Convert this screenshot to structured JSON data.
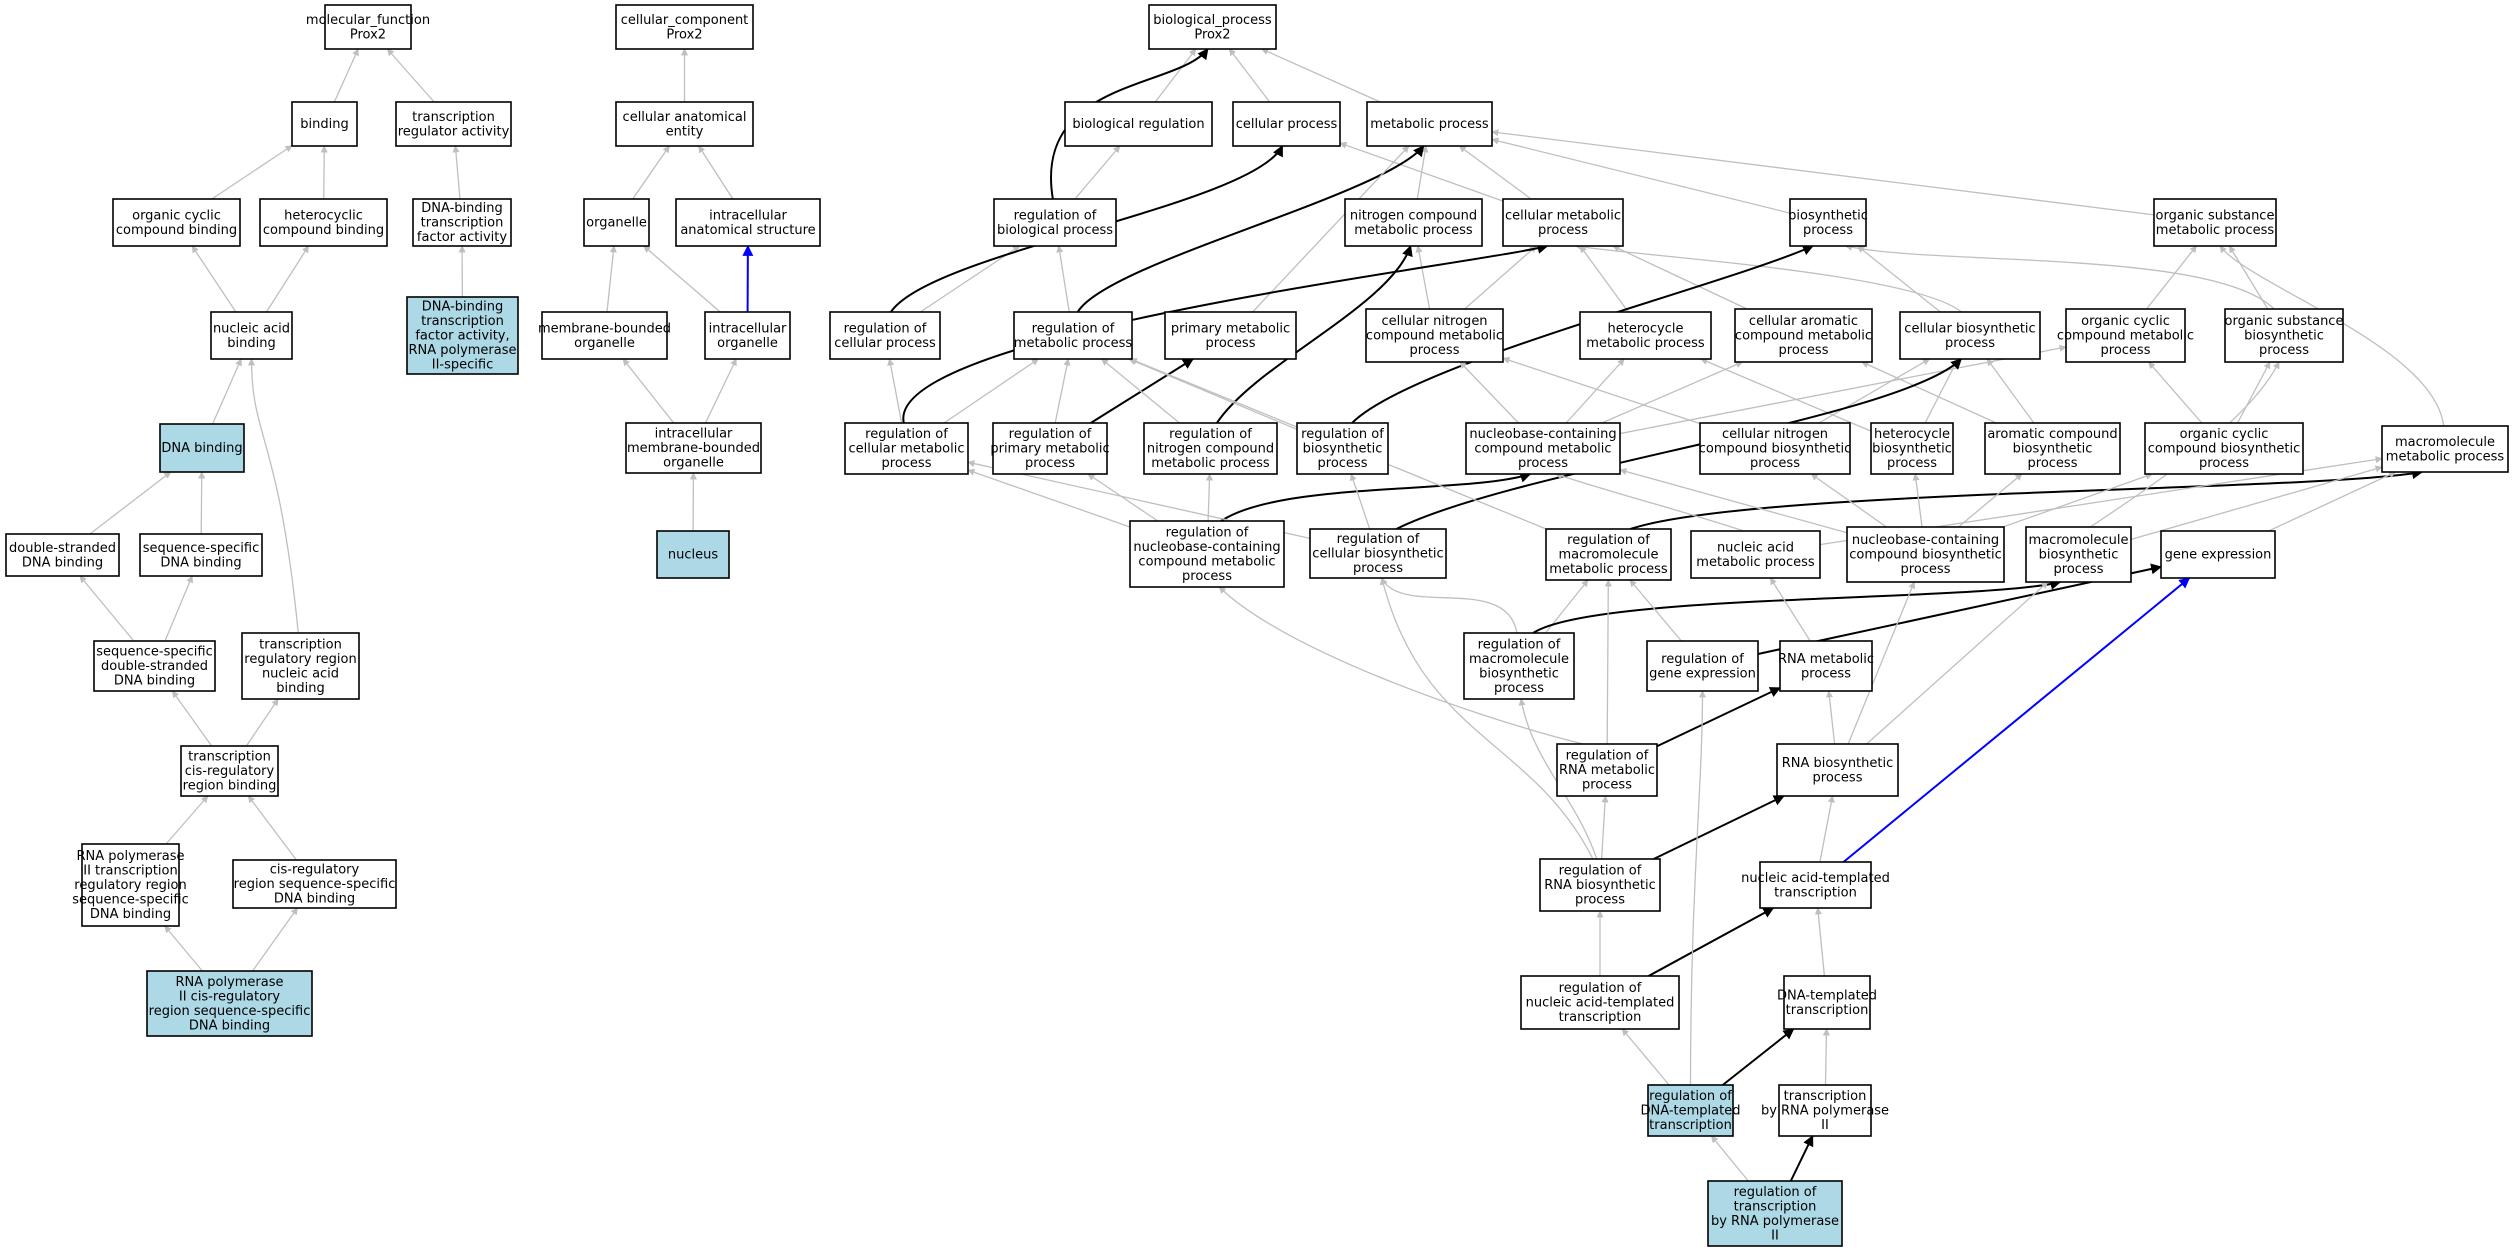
{
  "colors": {
    "node_fill": "#ffffff",
    "highlight_fill": "#add8e6",
    "grey_edge": "#bfbfbf",
    "black_edge": "#000000",
    "blue_edge": "#0000ff"
  },
  "nodes": [
    {
      "id": "mf",
      "lines": [
        "molecular_function",
        "Prox2"
      ],
      "highlight": false
    },
    {
      "id": "binding",
      "lines": [
        "binding"
      ],
      "highlight": false
    },
    {
      "id": "tra",
      "lines": [
        "transcription",
        "regulator activity"
      ],
      "highlight": false
    },
    {
      "id": "ocb",
      "lines": [
        "organic cyclic",
        "compound binding"
      ],
      "highlight": false
    },
    {
      "id": "hcb",
      "lines": [
        "heterocyclic",
        "compound binding"
      ],
      "highlight": false
    },
    {
      "id": "dbtfa",
      "lines": [
        "DNA-binding",
        "transcription",
        "factor activity"
      ],
      "highlight": false
    },
    {
      "id": "nab",
      "lines": [
        "nucleic acid",
        "binding"
      ],
      "highlight": false
    },
    {
      "id": "dbtfa2",
      "lines": [
        "DNA-binding",
        "transcription",
        "factor activity,",
        "RNA polymerase",
        "II-specific"
      ],
      "highlight": true
    },
    {
      "id": "dnab",
      "lines": [
        "DNA binding"
      ],
      "highlight": true
    },
    {
      "id": "dsdna",
      "lines": [
        "double-stranded",
        "DNA binding"
      ],
      "highlight": false
    },
    {
      "id": "ssdna",
      "lines": [
        "sequence-specific",
        "DNA binding"
      ],
      "highlight": false
    },
    {
      "id": "ssds",
      "lines": [
        "sequence-specific",
        "double-stranded",
        "DNA binding"
      ],
      "highlight": false
    },
    {
      "id": "trrnab",
      "lines": [
        "transcription",
        "regulatory region",
        "nucleic acid",
        "binding"
      ],
      "highlight": false
    },
    {
      "id": "tcrrb",
      "lines": [
        "transcription",
        "cis-regulatory",
        "region binding"
      ],
      "highlight": false
    },
    {
      "id": "rp2trr",
      "lines": [
        "RNA polymerase",
        "II transcription",
        "regulatory region",
        "sequence-specific",
        "DNA binding"
      ],
      "highlight": false
    },
    {
      "id": "crrss",
      "lines": [
        "cis-regulatory",
        "region sequence-specific",
        "DNA binding"
      ],
      "highlight": false
    },
    {
      "id": "rp2crr",
      "lines": [
        "RNA polymerase",
        "II cis-regulatory",
        "region sequence-specific",
        "DNA binding"
      ],
      "highlight": true
    },
    {
      "id": "cc",
      "lines": [
        "cellular_component",
        "Prox2"
      ],
      "highlight": false
    },
    {
      "id": "cae",
      "lines": [
        "cellular anatomical",
        "entity"
      ],
      "highlight": false
    },
    {
      "id": "organelle",
      "lines": [
        "organelle"
      ],
      "highlight": false
    },
    {
      "id": "ias",
      "lines": [
        "intracellular",
        "anatomical structure"
      ],
      "highlight": false
    },
    {
      "id": "mbo",
      "lines": [
        "membrane-bounded",
        "organelle"
      ],
      "highlight": false
    },
    {
      "id": "io",
      "lines": [
        "intracellular",
        "organelle"
      ],
      "highlight": false
    },
    {
      "id": "imbo",
      "lines": [
        "intracellular",
        "membrane-bounded",
        "organelle"
      ],
      "highlight": false
    },
    {
      "id": "nucleus",
      "lines": [
        "nucleus"
      ],
      "highlight": true
    },
    {
      "id": "bp",
      "lines": [
        "biological_process",
        "Prox2"
      ],
      "highlight": false
    },
    {
      "id": "breg",
      "lines": [
        "biological regulation"
      ],
      "highlight": false
    },
    {
      "id": "cp",
      "lines": [
        "cellular process"
      ],
      "highlight": false
    },
    {
      "id": "mp",
      "lines": [
        "metabolic process"
      ],
      "highlight": false
    },
    {
      "id": "rbp",
      "lines": [
        "regulation of",
        "biological process"
      ],
      "highlight": false
    },
    {
      "id": "ncmp",
      "lines": [
        "nitrogen compound",
        "metabolic process"
      ],
      "highlight": false
    },
    {
      "id": "cmp",
      "lines": [
        "cellular metabolic",
        "process"
      ],
      "highlight": false
    },
    {
      "id": "biosp",
      "lines": [
        "biosynthetic",
        "process"
      ],
      "highlight": false
    },
    {
      "id": "osmp",
      "lines": [
        "organic substance",
        "metabolic process"
      ],
      "highlight": false
    },
    {
      "id": "rcp",
      "lines": [
        "regulation of",
        "cellular process"
      ],
      "highlight": false
    },
    {
      "id": "rmp",
      "lines": [
        "regulation of",
        "metabolic process"
      ],
      "highlight": false
    },
    {
      "id": "pmp",
      "lines": [
        "primary metabolic",
        "process"
      ],
      "highlight": false
    },
    {
      "id": "cncmp",
      "lines": [
        "cellular nitrogen",
        "compound metabolic",
        "process"
      ],
      "highlight": false
    },
    {
      "id": "hmp",
      "lines": [
        "heterocycle",
        "metabolic process"
      ],
      "highlight": false
    },
    {
      "id": "acmp",
      "lines": [
        "cellular aromatic",
        "compound metabolic",
        "process"
      ],
      "highlight": false
    },
    {
      "id": "cbp",
      "lines": [
        "cellular biosynthetic",
        "process"
      ],
      "highlight": false
    },
    {
      "id": "ocbp",
      "lines": [
        "organic cyclic",
        "compound metabolic",
        "process"
      ],
      "highlight": false
    },
    {
      "id": "osbp",
      "lines": [
        "organic substance",
        "biosynthetic",
        "process"
      ],
      "highlight": false
    },
    {
      "id": "rcmp",
      "lines": [
        "regulation of",
        "cellular metabolic",
        "process"
      ],
      "highlight": false
    },
    {
      "id": "rpmp",
      "lines": [
        "regulation of",
        "primary metabolic",
        "process"
      ],
      "highlight": false
    },
    {
      "id": "rncmp",
      "lines": [
        "regulation of",
        "nitrogen compound",
        "metabolic process"
      ],
      "highlight": false
    },
    {
      "id": "rbiosp",
      "lines": [
        "regulation of",
        "biosynthetic",
        "process"
      ],
      "highlight": false
    },
    {
      "id": "nbcmp",
      "lines": [
        "nucleobase-containing",
        "compound metabolic",
        "process"
      ],
      "highlight": false
    },
    {
      "id": "cncbp",
      "lines": [
        "cellular nitrogen",
        "compound biosynthetic",
        "process"
      ],
      "highlight": false
    },
    {
      "id": "hbp",
      "lines": [
        "heterocycle",
        "biosynthetic",
        "process"
      ],
      "highlight": false
    },
    {
      "id": "acbp",
      "lines": [
        "aromatic compound",
        "biosynthetic",
        "process"
      ],
      "highlight": false
    },
    {
      "id": "occbp",
      "lines": [
        "organic cyclic",
        "compound biosynthetic",
        "process"
      ],
      "highlight": false
    },
    {
      "id": "mmp",
      "lines": [
        "macromolecule",
        "metabolic process"
      ],
      "highlight": false
    },
    {
      "id": "rnbcmp",
      "lines": [
        "regulation of",
        "nucleobase-containing",
        "compound metabolic",
        "process"
      ],
      "highlight": false
    },
    {
      "id": "rcbp",
      "lines": [
        "regulation of",
        "cellular biosynthetic",
        "process"
      ],
      "highlight": false
    },
    {
      "id": "rmmp",
      "lines": [
        "regulation of",
        "macromolecule",
        "metabolic process"
      ],
      "highlight": false
    },
    {
      "id": "namp",
      "lines": [
        "nucleic acid",
        "metabolic process"
      ],
      "highlight": false
    },
    {
      "id": "nbcbp",
      "lines": [
        "nucleobase-containing",
        "compound biosynthetic",
        "process"
      ],
      "highlight": false
    },
    {
      "id": "mbp",
      "lines": [
        "macromolecule",
        "biosynthetic",
        "process"
      ],
      "highlight": false
    },
    {
      "id": "ge",
      "lines": [
        "gene expression"
      ],
      "highlight": false
    },
    {
      "id": "rmbp",
      "lines": [
        "regulation of",
        "macromolecule",
        "biosynthetic",
        "process"
      ],
      "highlight": false
    },
    {
      "id": "rge",
      "lines": [
        "regulation of",
        "gene expression"
      ],
      "highlight": false
    },
    {
      "id": "rnamp",
      "lines": [
        "RNA metabolic",
        "process"
      ],
      "highlight": false
    },
    {
      "id": "rrnamp",
      "lines": [
        "regulation of",
        "RNA metabolic",
        "process"
      ],
      "highlight": false
    },
    {
      "id": "rnabp",
      "lines": [
        "RNA biosynthetic",
        "process"
      ],
      "highlight": false
    },
    {
      "id": "rrnabp",
      "lines": [
        "regulation of",
        "RNA biosynthetic",
        "process"
      ],
      "highlight": false
    },
    {
      "id": "nat",
      "lines": [
        "nucleic acid-templated",
        "transcription"
      ],
      "highlight": false
    },
    {
      "id": "rnat",
      "lines": [
        "regulation of",
        "nucleic acid-templated",
        "transcription"
      ],
      "highlight": false
    },
    {
      "id": "dt",
      "lines": [
        "DNA-templated",
        "transcription"
      ],
      "highlight": false
    },
    {
      "id": "rdt",
      "lines": [
        "regulation of",
        "DNA-templated",
        "transcription"
      ],
      "highlight": true
    },
    {
      "id": "trp2",
      "lines": [
        "transcription",
        "by RNA polymerase",
        "II"
      ],
      "highlight": false
    },
    {
      "id": "rtrp2",
      "lines": [
        "regulation of",
        "transcription",
        "by RNA polymerase",
        "II"
      ],
      "highlight": true
    }
  ],
  "edges": [
    {
      "from": "binding",
      "to": "mf",
      "kind": "grey"
    },
    {
      "from": "tra",
      "to": "mf",
      "kind": "grey"
    },
    {
      "from": "ocb",
      "to": "binding",
      "kind": "grey"
    },
    {
      "from": "hcb",
      "to": "binding",
      "kind": "grey"
    },
    {
      "from": "dbtfa",
      "to": "tra",
      "kind": "grey"
    },
    {
      "from": "dbtfa2",
      "to": "dbtfa",
      "kind": "grey"
    },
    {
      "from": "nab",
      "to": "ocb",
      "kind": "grey"
    },
    {
      "from": "nab",
      "to": "hcb",
      "kind": "grey"
    },
    {
      "from": "dnab",
      "to": "nab",
      "kind": "grey"
    },
    {
      "from": "trrnab",
      "to": "nab",
      "kind": "grey"
    },
    {
      "from": "dsdna",
      "to": "dnab",
      "kind": "grey"
    },
    {
      "from": "ssdna",
      "to": "dnab",
      "kind": "grey"
    },
    {
      "from": "ssds",
      "to": "dsdna",
      "kind": "grey"
    },
    {
      "from": "ssds",
      "to": "ssdna",
      "kind": "grey"
    },
    {
      "from": "tcrrb",
      "to": "ssds",
      "kind": "grey"
    },
    {
      "from": "tcrrb",
      "to": "trrnab",
      "kind": "grey"
    },
    {
      "from": "rp2trr",
      "to": "tcrrb",
      "kind": "grey"
    },
    {
      "from": "crrss",
      "to": "tcrrb",
      "kind": "grey"
    },
    {
      "from": "rp2crr",
      "to": "rp2trr",
      "kind": "grey"
    },
    {
      "from": "rp2crr",
      "to": "crrss",
      "kind": "grey"
    },
    {
      "from": "cae",
      "to": "cc",
      "kind": "grey"
    },
    {
      "from": "organelle",
      "to": "cae",
      "kind": "grey"
    },
    {
      "from": "ias",
      "to": "cae",
      "kind": "grey"
    },
    {
      "from": "mbo",
      "to": "organelle",
      "kind": "grey"
    },
    {
      "from": "io",
      "to": "organelle",
      "kind": "grey"
    },
    {
      "from": "io",
      "to": "ias",
      "kind": "blue"
    },
    {
      "from": "imbo",
      "to": "mbo",
      "kind": "grey"
    },
    {
      "from": "imbo",
      "to": "io",
      "kind": "grey"
    },
    {
      "from": "nucleus",
      "to": "imbo",
      "kind": "grey"
    },
    {
      "from": "breg",
      "to": "bp",
      "kind": "grey"
    },
    {
      "from": "cp",
      "to": "bp",
      "kind": "grey"
    },
    {
      "from": "mp",
      "to": "bp",
      "kind": "grey"
    },
    {
      "from": "rbp",
      "to": "breg",
      "kind": "grey"
    },
    {
      "from": "rbp",
      "to": "bp",
      "kind": "black"
    },
    {
      "from": "ncmp",
      "to": "mp",
      "kind": "grey"
    },
    {
      "from": "cmp",
      "to": "mp",
      "kind": "grey"
    },
    {
      "from": "cmp",
      "to": "cp",
      "kind": "grey"
    },
    {
      "from": "biosp",
      "to": "mp",
      "kind": "grey"
    },
    {
      "from": "osmp",
      "to": "mp",
      "kind": "grey"
    },
    {
      "from": "rcp",
      "to": "rbp",
      "kind": "grey"
    },
    {
      "from": "rcp",
      "to": "cp",
      "kind": "black"
    },
    {
      "from": "rmp",
      "to": "rbp",
      "kind": "grey"
    },
    {
      "from": "rmp",
      "to": "mp",
      "kind": "black"
    },
    {
      "from": "pmp",
      "to": "mp",
      "kind": "grey"
    },
    {
      "from": "cncmp",
      "to": "ncmp",
      "kind": "grey"
    },
    {
      "from": "cncmp",
      "to": "cmp",
      "kind": "grey"
    },
    {
      "from": "hmp",
      "to": "cmp",
      "kind": "grey"
    },
    {
      "from": "acmp",
      "to": "cmp",
      "kind": "grey"
    },
    {
      "from": "cbp",
      "to": "cmp",
      "kind": "grey"
    },
    {
      "from": "cbp",
      "to": "biosp",
      "kind": "grey"
    },
    {
      "from": "ocbp",
      "to": "osmp",
      "kind": "grey"
    },
    {
      "from": "osbp",
      "to": "osmp",
      "kind": "grey"
    },
    {
      "from": "osbp",
      "to": "biosp",
      "kind": "grey"
    },
    {
      "from": "rcmp",
      "to": "rcp",
      "kind": "grey"
    },
    {
      "from": "rcmp",
      "to": "rmp",
      "kind": "grey"
    },
    {
      "from": "rcmp",
      "to": "cmp",
      "kind": "black"
    },
    {
      "from": "rpmp",
      "to": "rmp",
      "kind": "grey"
    },
    {
      "from": "rpmp",
      "to": "pmp",
      "kind": "black"
    },
    {
      "from": "rncmp",
      "to": "rmp",
      "kind": "grey"
    },
    {
      "from": "rncmp",
      "to": "ncmp",
      "kind": "black"
    },
    {
      "from": "rbiosp",
      "to": "rmp",
      "kind": "grey"
    },
    {
      "from": "rbiosp",
      "to": "biosp",
      "kind": "black"
    },
    {
      "from": "nbcmp",
      "to": "cncmp",
      "kind": "grey"
    },
    {
      "from": "nbcmp",
      "to": "hmp",
      "kind": "grey"
    },
    {
      "from": "nbcmp",
      "to": "acmp",
      "kind": "grey"
    },
    {
      "from": "nbcmp",
      "to": "ocbp",
      "kind": "grey"
    },
    {
      "from": "cncbp",
      "to": "cncmp",
      "kind": "grey"
    },
    {
      "from": "cncbp",
      "to": "cbp",
      "kind": "grey"
    },
    {
      "from": "hbp",
      "to": "hmp",
      "kind": "grey"
    },
    {
      "from": "hbp",
      "to": "cbp",
      "kind": "grey"
    },
    {
      "from": "acbp",
      "to": "acmp",
      "kind": "grey"
    },
    {
      "from": "acbp",
      "to": "cbp",
      "kind": "grey"
    },
    {
      "from": "occbp",
      "to": "ocbp",
      "kind": "grey"
    },
    {
      "from": "occbp",
      "to": "osbp",
      "kind": "grey"
    },
    {
      "from": "mmp",
      "to": "osmp",
      "kind": "grey"
    },
    {
      "from": "rnbcmp",
      "to": "rcmp",
      "kind": "grey"
    },
    {
      "from": "rnbcmp",
      "to": "rpmp",
      "kind": "grey"
    },
    {
      "from": "rnbcmp",
      "to": "rncmp",
      "kind": "grey"
    },
    {
      "from": "rnbcmp",
      "to": "nbcmp",
      "kind": "black"
    },
    {
      "from": "rcbp",
      "to": "rcmp",
      "kind": "grey"
    },
    {
      "from": "rcbp",
      "to": "rbiosp",
      "kind": "grey"
    },
    {
      "from": "rcbp",
      "to": "cbp",
      "kind": "black"
    },
    {
      "from": "rmmp",
      "to": "rmp",
      "kind": "grey"
    },
    {
      "from": "rmmp",
      "to": "mmp",
      "kind": "black"
    },
    {
      "from": "namp",
      "to": "nbcmp",
      "kind": "grey"
    },
    {
      "from": "namp",
      "to": "mmp",
      "kind": "grey"
    },
    {
      "from": "nbcbp",
      "to": "nbcmp",
      "kind": "grey"
    },
    {
      "from": "nbcbp",
      "to": "hbp",
      "kind": "grey"
    },
    {
      "from": "nbcbp",
      "to": "acbp",
      "kind": "grey"
    },
    {
      "from": "nbcbp",
      "to": "occbp",
      "kind": "grey"
    },
    {
      "from": "nbcbp",
      "to": "cncbp",
      "kind": "grey"
    },
    {
      "from": "mbp",
      "to": "mmp",
      "kind": "grey"
    },
    {
      "from": "mbp",
      "to": "osbp",
      "kind": "grey"
    },
    {
      "from": "ge",
      "to": "mmp",
      "kind": "grey"
    },
    {
      "from": "rmbp",
      "to": "rmmp",
      "kind": "grey"
    },
    {
      "from": "rmbp",
      "to": "rcbp",
      "kind": "grey"
    },
    {
      "from": "rmbp",
      "to": "mbp",
      "kind": "black"
    },
    {
      "from": "rge",
      "to": "rmmp",
      "kind": "grey"
    },
    {
      "from": "rge",
      "to": "ge",
      "kind": "black"
    },
    {
      "from": "rnamp",
      "to": "namp",
      "kind": "grey"
    },
    {
      "from": "rrnamp",
      "to": "rnbcmp",
      "kind": "grey"
    },
    {
      "from": "rrnamp",
      "to": "rmmp",
      "kind": "grey"
    },
    {
      "from": "rrnamp",
      "to": "rnamp",
      "kind": "black"
    },
    {
      "from": "rnabp",
      "to": "rnamp",
      "kind": "grey"
    },
    {
      "from": "rnabp",
      "to": "nbcbp",
      "kind": "grey"
    },
    {
      "from": "rnabp",
      "to": "mbp",
      "kind": "grey"
    },
    {
      "from": "rrnabp",
      "to": "rrnamp",
      "kind": "grey"
    },
    {
      "from": "rrnabp",
      "to": "rmbp",
      "kind": "grey"
    },
    {
      "from": "rrnabp",
      "to": "rcbp",
      "kind": "grey"
    },
    {
      "from": "rrnabp",
      "to": "rnabp",
      "kind": "black"
    },
    {
      "from": "nat",
      "to": "rnabp",
      "kind": "grey"
    },
    {
      "from": "nat",
      "to": "ge",
      "kind": "blue"
    },
    {
      "from": "rnat",
      "to": "rrnabp",
      "kind": "grey"
    },
    {
      "from": "rnat",
      "to": "nat",
      "kind": "black"
    },
    {
      "from": "dt",
      "to": "nat",
      "kind": "grey"
    },
    {
      "from": "rdt",
      "to": "rnat",
      "kind": "grey"
    },
    {
      "from": "rdt",
      "to": "rge",
      "kind": "grey"
    },
    {
      "from": "rdt",
      "to": "dt",
      "kind": "black"
    },
    {
      "from": "trp2",
      "to": "dt",
      "kind": "grey"
    },
    {
      "from": "rtrp2",
      "to": "rdt",
      "kind": "grey"
    },
    {
      "from": "rtrp2",
      "to": "trp2",
      "kind": "black"
    }
  ]
}
